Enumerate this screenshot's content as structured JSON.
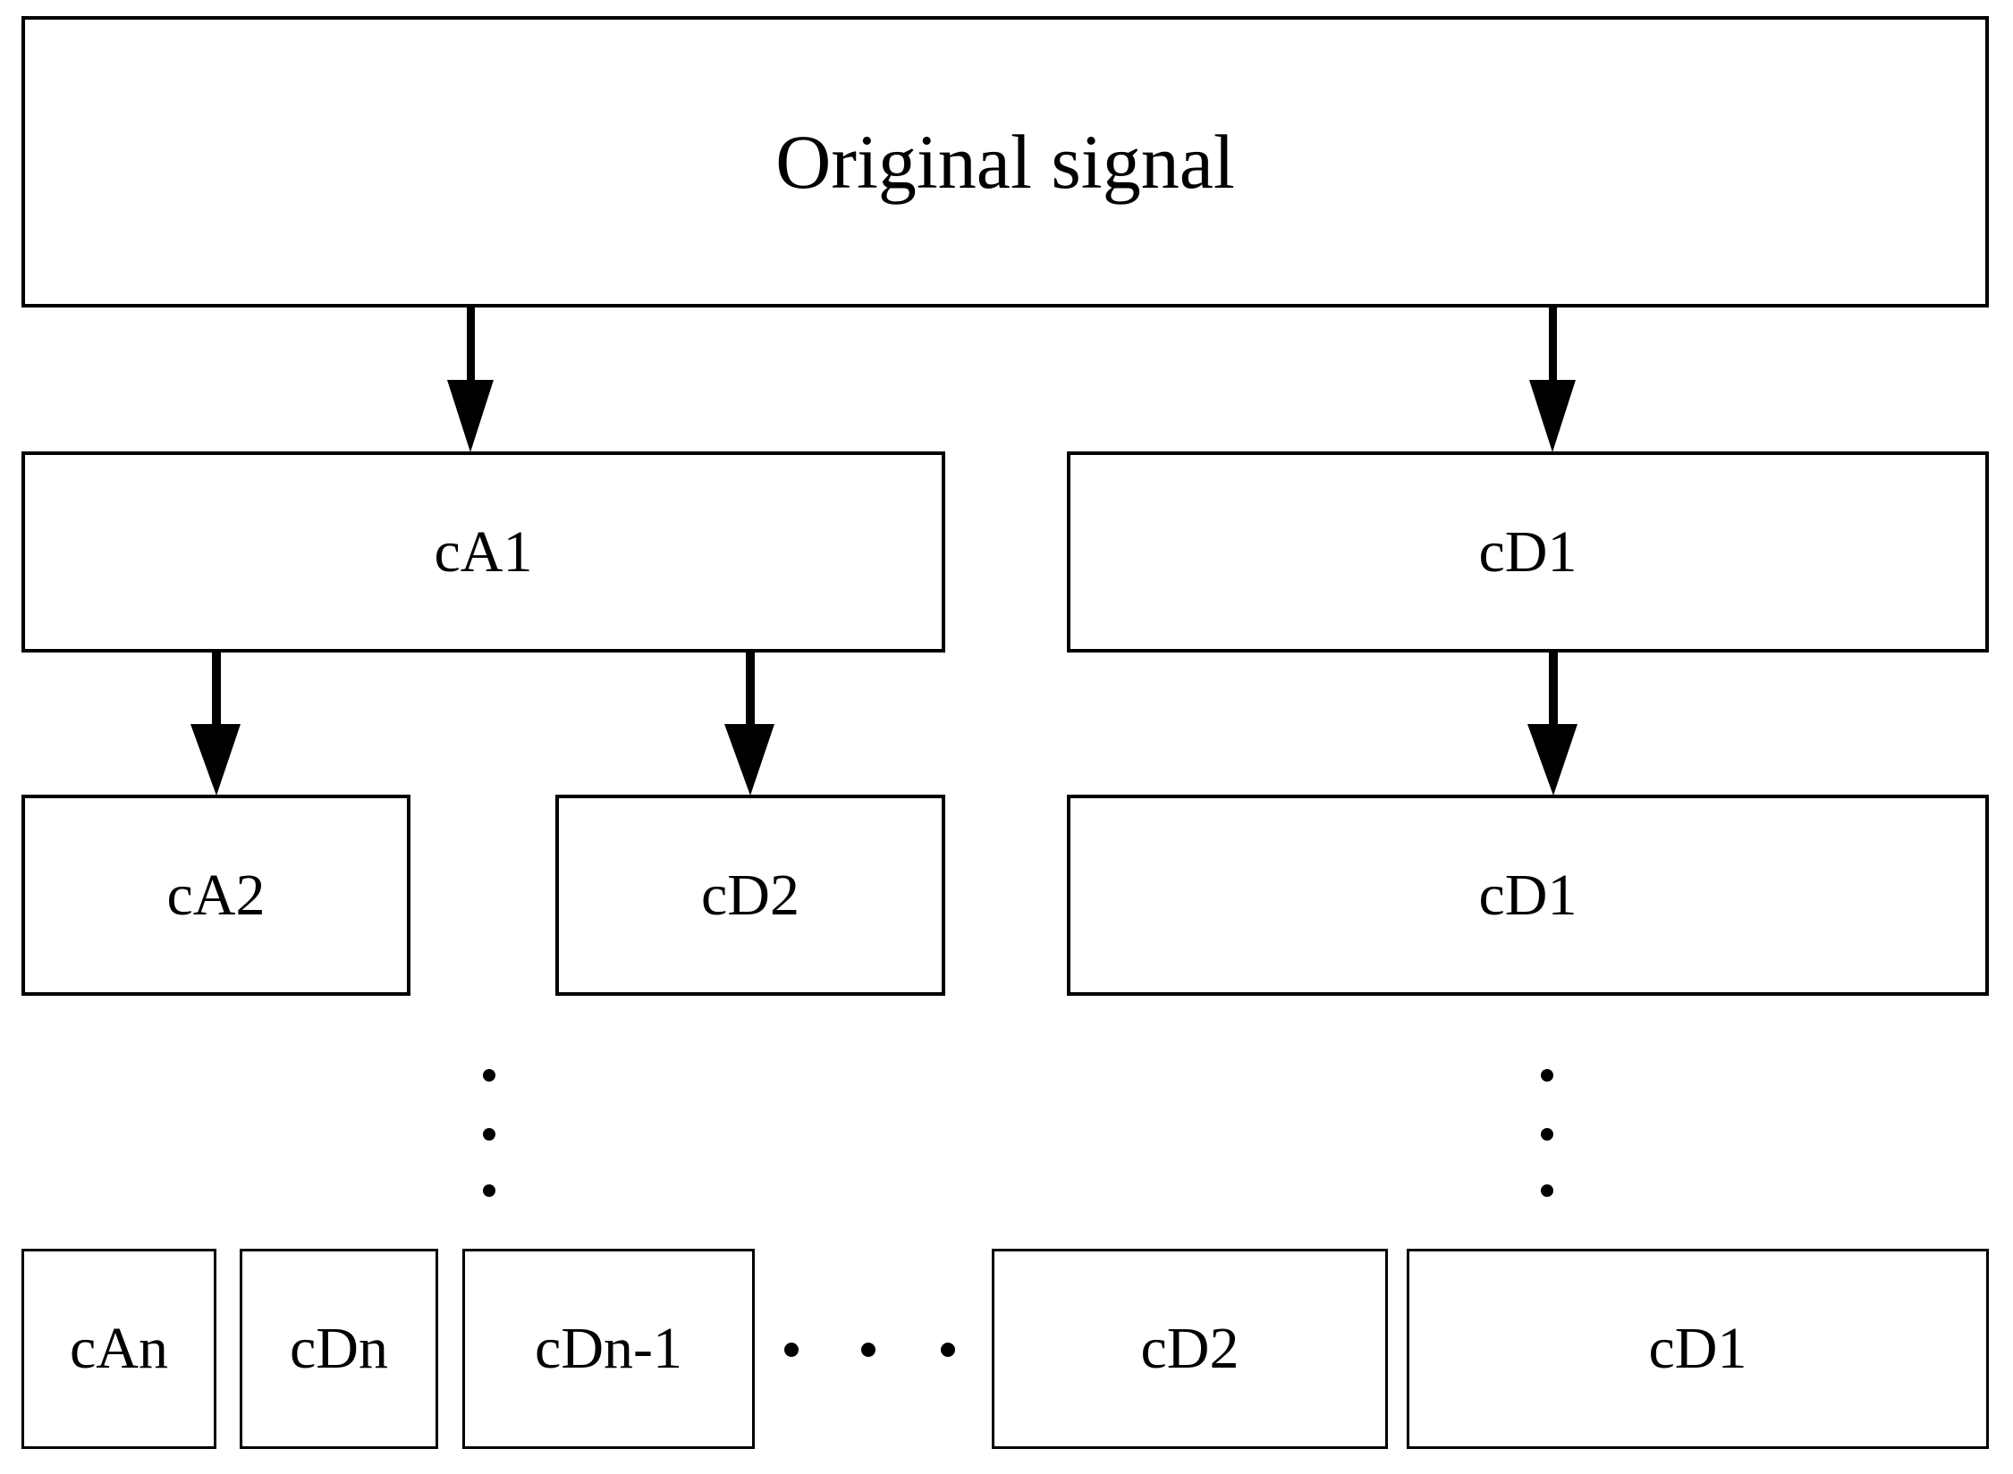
{
  "figure": {
    "type": "diagram",
    "subtype": "wavelet-decomposition-tree",
    "background_color": "#ffffff",
    "line_color": "#000000"
  },
  "nodes": {
    "root": {
      "label": "Original signal"
    },
    "level1": [
      {
        "label": "cA1"
      },
      {
        "label": "cD1"
      }
    ],
    "level2": [
      {
        "label": "cA2"
      },
      {
        "label": "cD2"
      },
      {
        "label": "cD1"
      }
    ],
    "level_n": [
      {
        "label": "cAn"
      },
      {
        "label": "cDn"
      },
      {
        "label": "cDn-1"
      },
      {
        "label": "cD2"
      },
      {
        "label": "cD1"
      }
    ]
  },
  "ellipses": {
    "vertical_left": "• • •",
    "vertical_right": "• • •",
    "horizontal_bottom": "• • •"
  },
  "arrows": [
    {
      "name": "root-to-cA1",
      "from": "Original signal",
      "to": "cA1"
    },
    {
      "name": "root-to-cD1",
      "from": "Original signal",
      "to": "cD1"
    },
    {
      "name": "cA1-to-cA2",
      "from": "cA1",
      "to": "cA2"
    },
    {
      "name": "cA1-to-cD2",
      "from": "cA1",
      "to": "cD2"
    },
    {
      "name": "cD1-to-cD1",
      "from": "cD1",
      "to": "cD1"
    }
  ]
}
